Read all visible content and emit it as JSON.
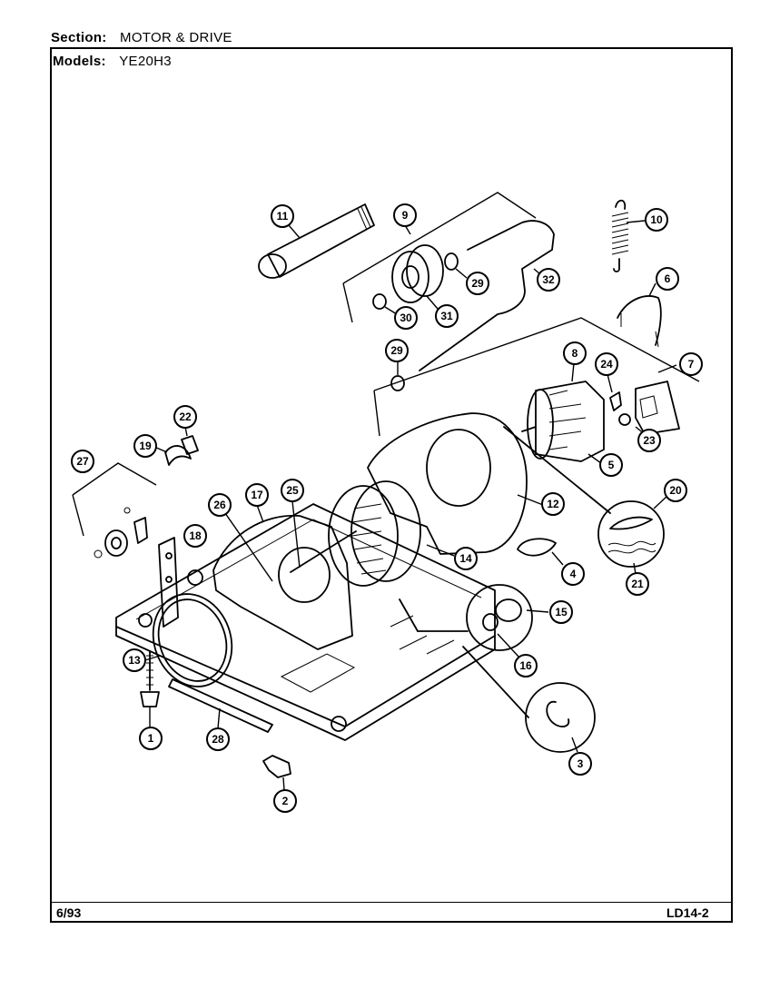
{
  "header": {
    "section_label": "Section:",
    "section_value": "MOTOR & DRIVE",
    "models_label": "Models:",
    "models_value": "YE20H3"
  },
  "footer": {
    "date": "6/93",
    "code": "LD14-2"
  },
  "callouts": [
    {
      "id": "c1",
      "label": "1"
    },
    {
      "id": "c2",
      "label": "2"
    },
    {
      "id": "c3",
      "label": "3"
    },
    {
      "id": "c4",
      "label": "4"
    },
    {
      "id": "c5",
      "label": "5"
    },
    {
      "id": "c6",
      "label": "6"
    },
    {
      "id": "c7",
      "label": "7"
    },
    {
      "id": "c8",
      "label": "8"
    },
    {
      "id": "c9",
      "label": "9"
    },
    {
      "id": "c10",
      "label": "10"
    },
    {
      "id": "c11",
      "label": "11"
    },
    {
      "id": "c12",
      "label": "12"
    },
    {
      "id": "c13",
      "label": "13"
    },
    {
      "id": "c14",
      "label": "14"
    },
    {
      "id": "c15",
      "label": "15"
    },
    {
      "id": "c16",
      "label": "16"
    },
    {
      "id": "c17",
      "label": "17"
    },
    {
      "id": "c18",
      "label": "18"
    },
    {
      "id": "c19",
      "label": "19"
    },
    {
      "id": "c20",
      "label": "20"
    },
    {
      "id": "c21",
      "label": "21"
    },
    {
      "id": "c22",
      "label": "22"
    },
    {
      "id": "c23",
      "label": "23"
    },
    {
      "id": "c24",
      "label": "24"
    },
    {
      "id": "c25",
      "label": "25"
    },
    {
      "id": "c26",
      "label": "26"
    },
    {
      "id": "c27",
      "label": "27"
    },
    {
      "id": "c28",
      "label": "28"
    },
    {
      "id": "c29a",
      "label": "29"
    },
    {
      "id": "c29b",
      "label": "29"
    },
    {
      "id": "c30",
      "label": "30"
    },
    {
      "id": "c31",
      "label": "31"
    },
    {
      "id": "c32",
      "label": "32"
    }
  ]
}
